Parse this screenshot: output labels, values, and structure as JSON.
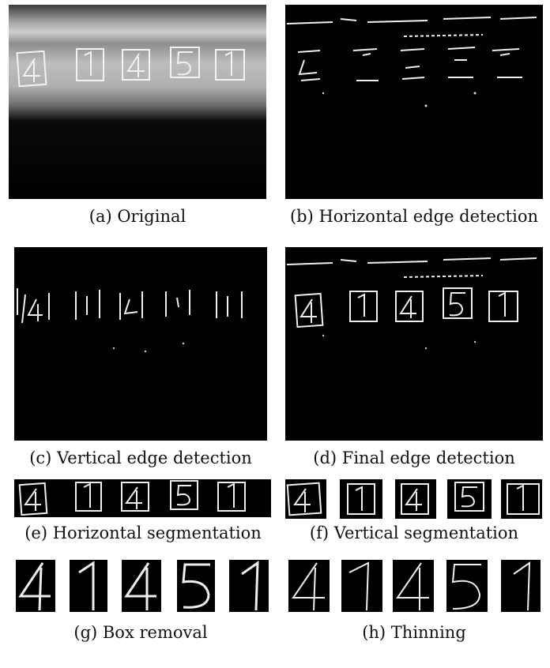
{
  "figure": {
    "digits": [
      "4",
      "1",
      "4",
      "5",
      "1"
    ],
    "captions": {
      "a": "(a) Original",
      "b": "(b) Horizontal edge detection",
      "c": "(c) Vertical edge detection",
      "d": "(d) Final edge detection",
      "e": "(e) Horizontal segmentation",
      "f": "(f) Vertical segmentation",
      "g": "(g) Box removal",
      "h": "(h) Thinning"
    }
  }
}
